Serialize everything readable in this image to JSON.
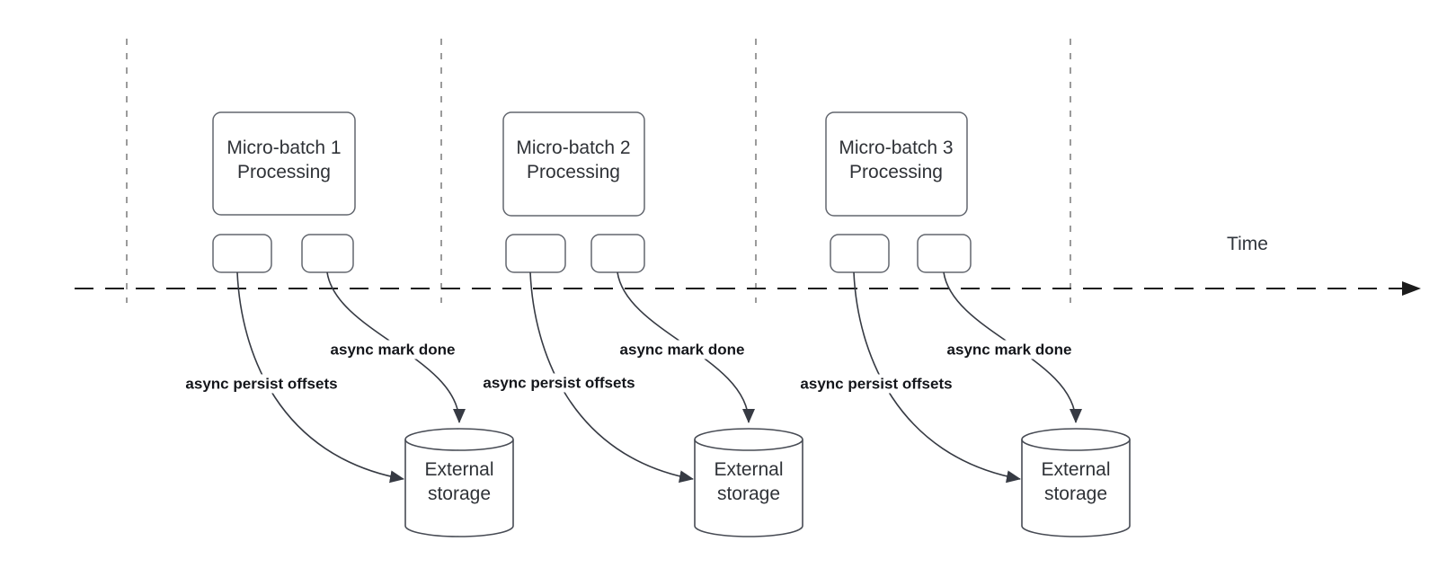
{
  "diagram": {
    "time_axis": {
      "label": "Time"
    },
    "batches": [
      {
        "box_line1": "Micro-batch 1",
        "box_line2": "Processing",
        "persist_label": "async persist offsets",
        "mark_done_label": "async mark done",
        "storage_line1": "External",
        "storage_line2": "storage"
      },
      {
        "box_line1": "Micro-batch 2",
        "box_line2": "Processing",
        "persist_label": "async persist offsets",
        "mark_done_label": "async mark done",
        "storage_line1": "External",
        "storage_line2": "storage"
      },
      {
        "box_line1": "Micro-batch 3",
        "box_line2": "Processing",
        "persist_label": "async persist offsets",
        "mark_done_label": "async mark done",
        "storage_line1": "External",
        "storage_line2": "storage"
      }
    ],
    "colors": {
      "shape_border": "#62666e",
      "cylinder_border": "#474b54",
      "curve": "#363a43",
      "axis": "#1c1c1c",
      "gridline": "#9b9b9b",
      "bold_label_text": "#14161b",
      "shape_text": "#2f3237"
    }
  }
}
